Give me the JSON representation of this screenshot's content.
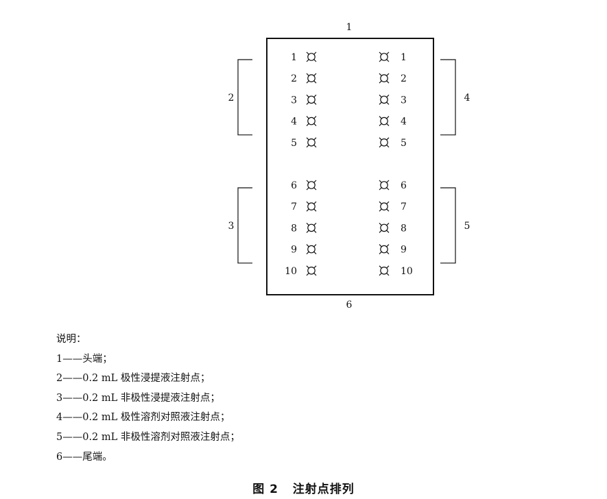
{
  "diagram": {
    "top_label": "1",
    "bottom_label": "6",
    "left_brackets": [
      {
        "label": "2",
        "rows": [
          1,
          5
        ]
      },
      {
        "label": "3",
        "rows": [
          6,
          10
        ]
      }
    ],
    "right_brackets": [
      {
        "label": "4",
        "rows": [
          1,
          5
        ]
      },
      {
        "label": "5",
        "rows": [
          6,
          10
        ]
      }
    ],
    "left_points": [
      "1",
      "2",
      "3",
      "4",
      "5",
      "6",
      "7",
      "8",
      "9",
      "10"
    ],
    "right_points": [
      "1",
      "2",
      "3",
      "4",
      "5",
      "6",
      "7",
      "8",
      "9",
      "10"
    ]
  },
  "legend": {
    "heading": "说明：",
    "items": [
      "1——头端；",
      "2——0.2 mL 极性浸提液注射点；",
      "3——0.2 mL 非极性浸提液注射点；",
      "4——0.2 mL 极性溶剂对照液注射点；",
      "5——0.2 mL 非极性溶剂对照液注射点；",
      "6——尾端。"
    ]
  },
  "caption": "图 2   注射点排列"
}
